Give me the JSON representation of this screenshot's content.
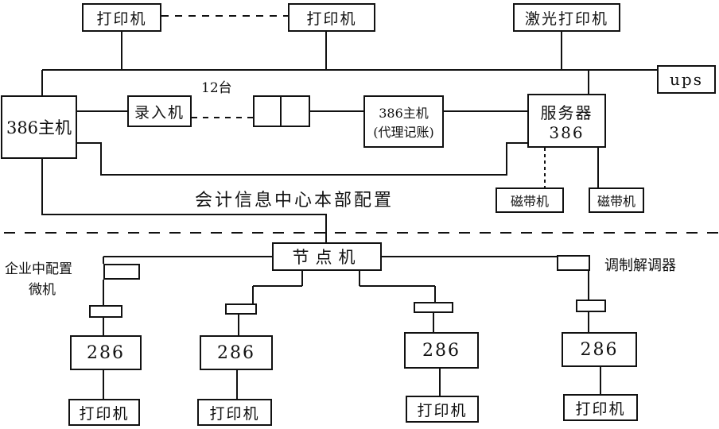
{
  "top": {
    "printer1": "打印机",
    "printer2": "打印机",
    "laser_printer": "激光打印机",
    "ups": "ups"
  },
  "center": {
    "host_left": "386主机",
    "input_machine": "录入机",
    "input_count": "12台",
    "host_proxy": "386主机",
    "host_proxy_note": "(代理记账)",
    "server_name": "服务器",
    "server_model": "386",
    "tape1": "磁带机",
    "tape2": "磁带机",
    "section_title": "会计信息中心本部配置"
  },
  "network": {
    "node": "节点机",
    "enterprise_label_line1": "企业中配置",
    "enterprise_label_line2": "微机",
    "modem_label": "调制解调器"
  },
  "branches": [
    {
      "pc": "286",
      "printer": "打印机"
    },
    {
      "pc": "286",
      "printer": "打印机"
    },
    {
      "pc": "286",
      "printer": "打印机"
    },
    {
      "pc": "286",
      "printer": "打印机"
    }
  ]
}
